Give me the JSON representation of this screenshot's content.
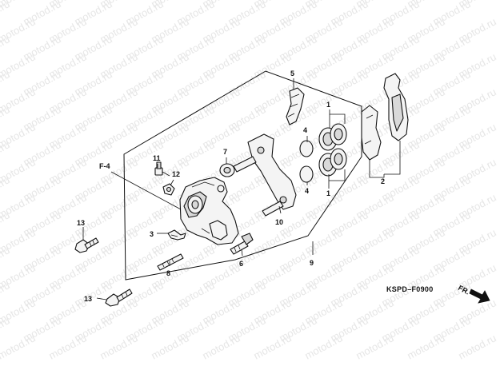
{
  "watermark": "motod.ru",
  "diagram_code": "KSPD–F0900",
  "direction_label": "FR.",
  "reference_label": "F-4",
  "callouts": {
    "c1a": "1",
    "c1b": "1",
    "c2": "2",
    "c3": "3",
    "c4a": "4",
    "c4b": "4",
    "c5": "5",
    "c6": "6",
    "c7": "7",
    "c8": "8",
    "c9": "9",
    "c10": "10",
    "c11": "11",
    "c12": "12",
    "c13a": "13",
    "c13b": "13"
  }
}
